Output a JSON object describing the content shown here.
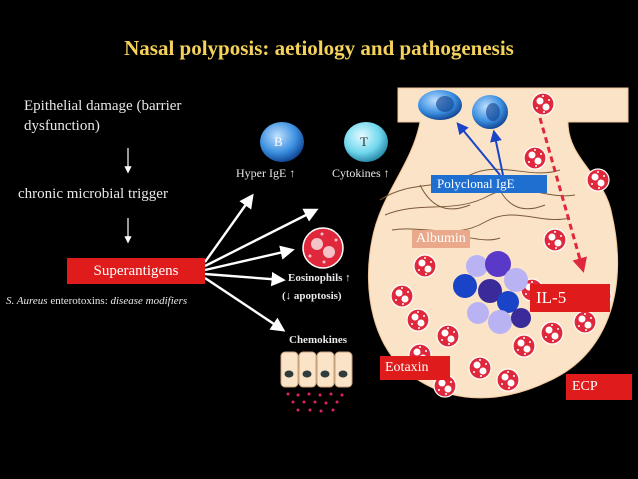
{
  "title": "Nasal polyposis: aetiology and pathogenesis",
  "left": {
    "epithelial_line1": "Epithelial damage (barrier",
    "epithelial_line2": "dysfunction)",
    "microbial": "chronic microbial trigger",
    "superantigens": "Superantigens",
    "aureus_species": "S. Aureus",
    "aureus_rest": " enterotoxins: ",
    "aureus_note": "disease modifiers"
  },
  "cells": {
    "b_cell": "B",
    "t_cell": "T",
    "hyper_ige": "Hyper IgE ↑",
    "cytokines": "Cytokines ↑",
    "eosinophils": "Eosinophils ↑",
    "apoptosis": "(↓ apoptosis)",
    "chemokines": "Chemokines"
  },
  "polyp": {
    "polyclonal_ige": "Polyclonal IgE",
    "albumin": "Albumin",
    "il5": "IL-5",
    "eotaxin": "Eotaxin",
    "ecp": "ECP"
  },
  "colors": {
    "title": "#f5d25a",
    "superantigen_box": "#e01b1b",
    "polyp_fill": "#fbe3c8",
    "ige_box": "#1f6fd0",
    "eosinophil": "#e0283c"
  }
}
